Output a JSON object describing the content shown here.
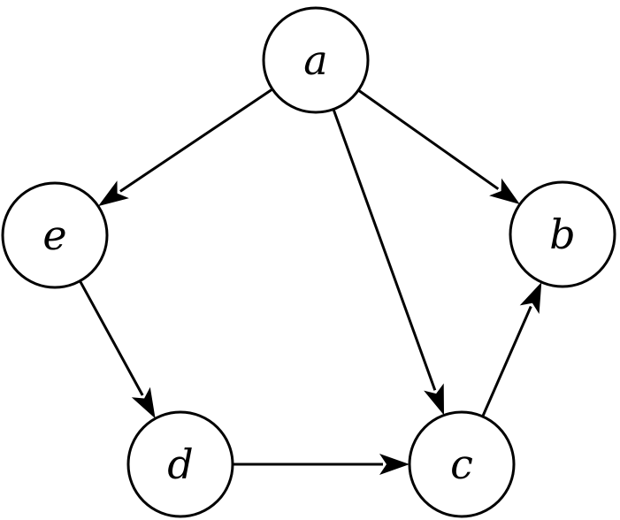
{
  "graph": {
    "nodes": [
      {
        "id": "a",
        "label": "a"
      },
      {
        "id": "b",
        "label": "b"
      },
      {
        "id": "c",
        "label": "c"
      },
      {
        "id": "d",
        "label": "d"
      },
      {
        "id": "e",
        "label": "e"
      }
    ],
    "edges": [
      {
        "from": "a",
        "to": "e"
      },
      {
        "from": "a",
        "to": "b"
      },
      {
        "from": "a",
        "to": "c"
      },
      {
        "from": "e",
        "to": "d"
      },
      {
        "from": "d",
        "to": "c"
      },
      {
        "from": "c",
        "to": "b"
      }
    ],
    "colors": {
      "stroke": "#000000",
      "fill": "#ffffff"
    }
  }
}
